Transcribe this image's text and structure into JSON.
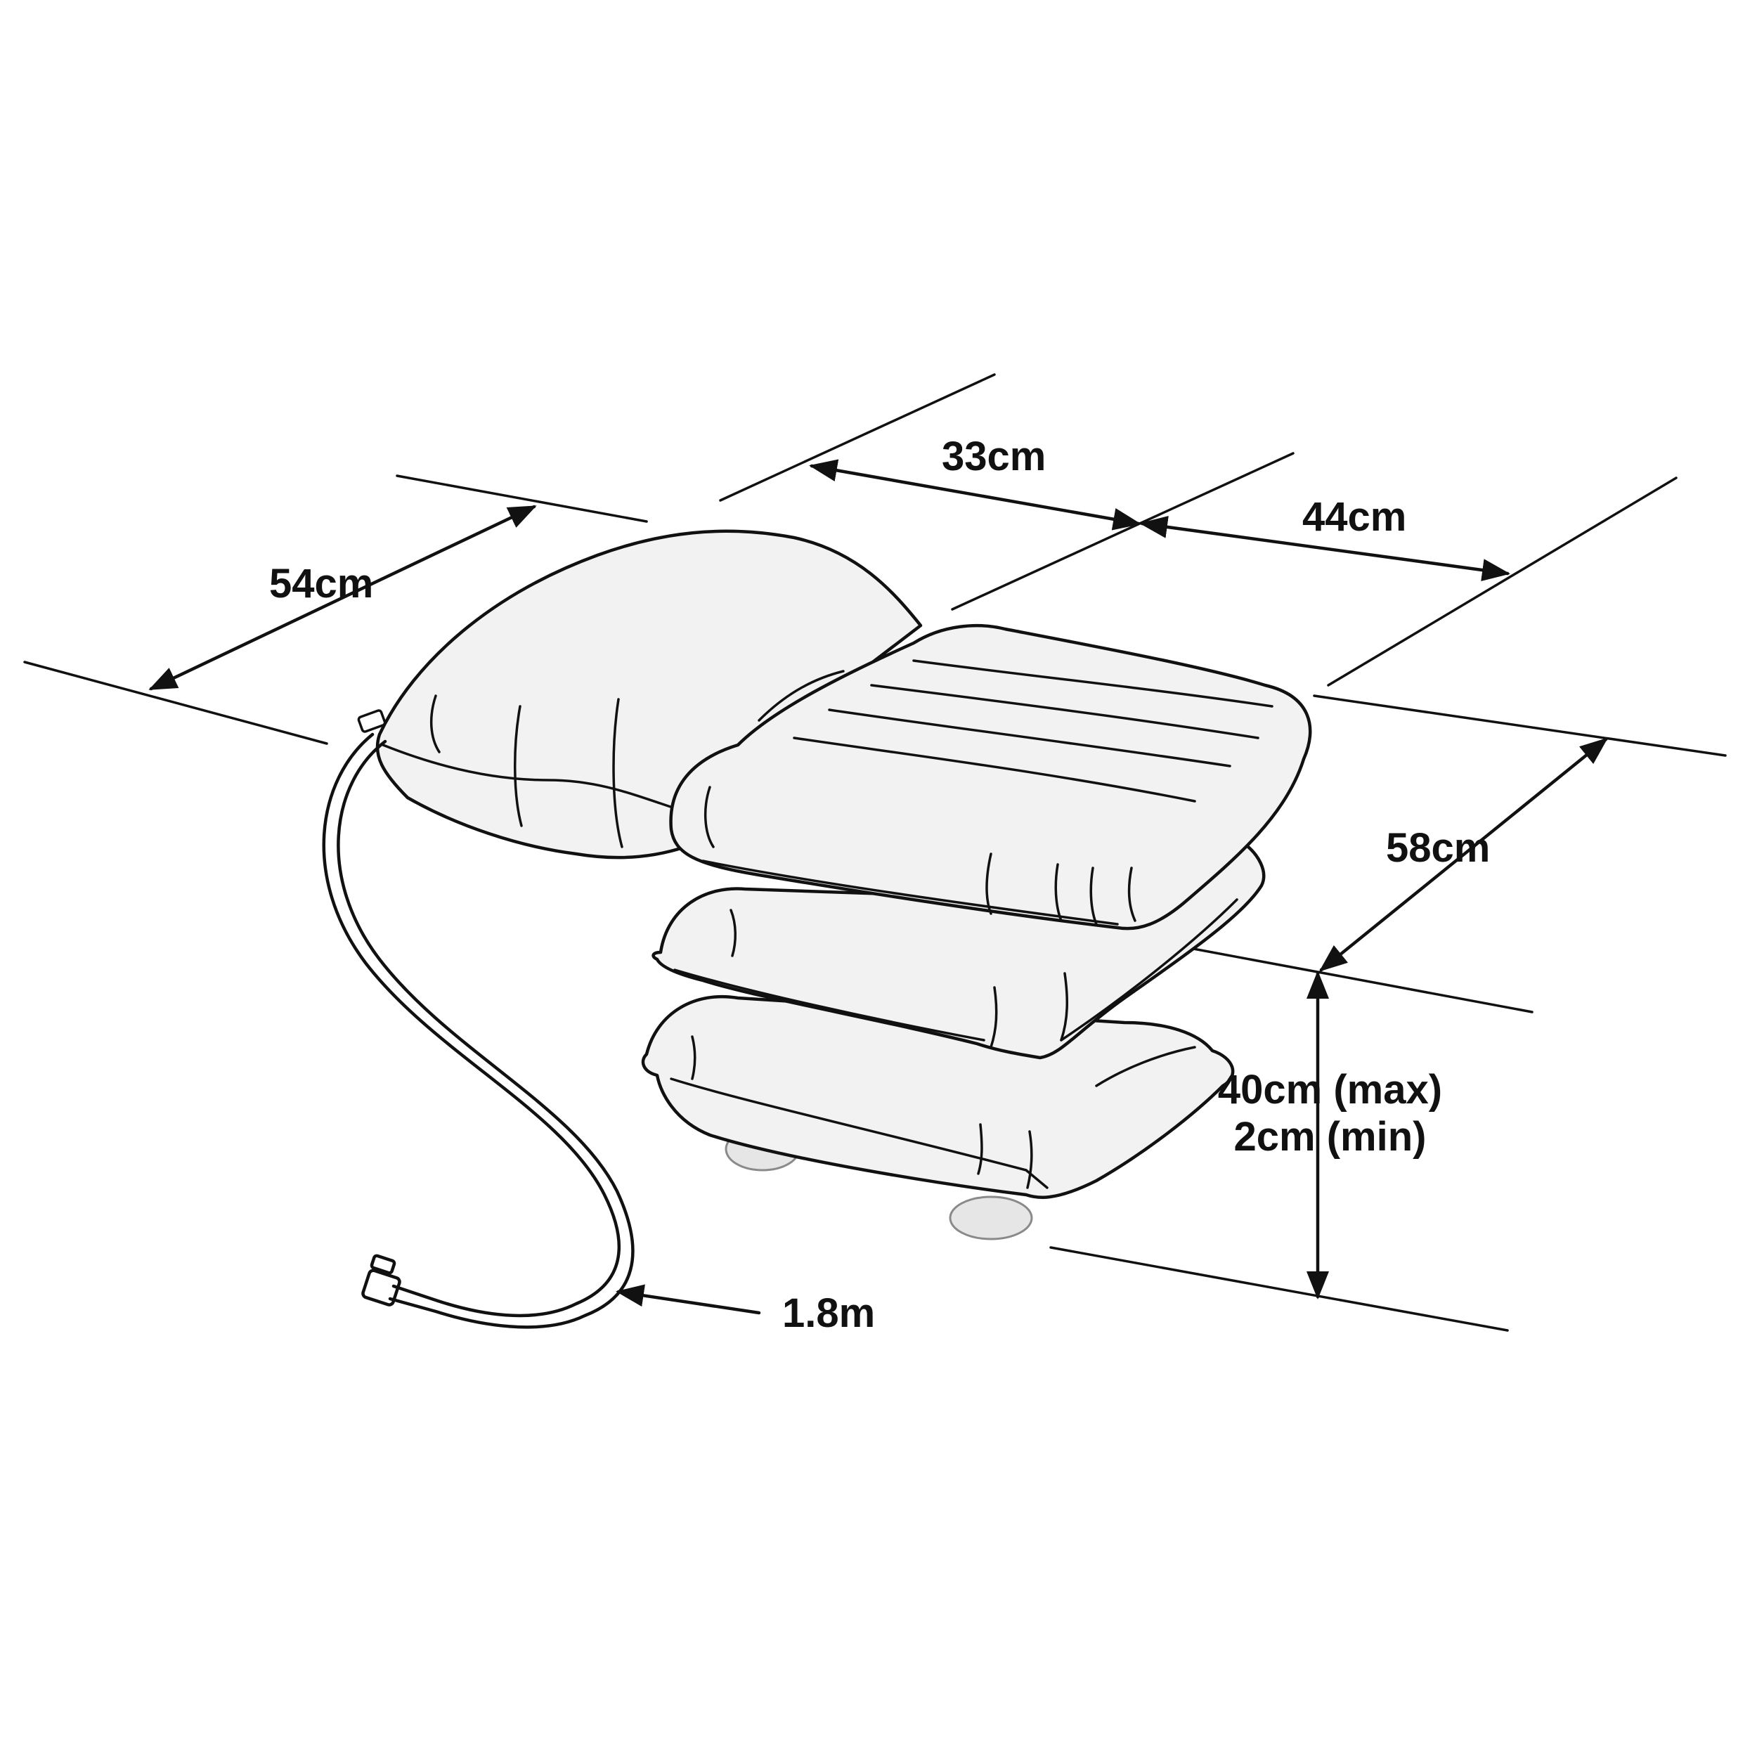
{
  "dimensions": {
    "back_width": "54cm",
    "back_depth": "33cm",
    "seat_depth": "44cm",
    "seat_width": "58cm",
    "height_max": "40cm (max)",
    "height_min": "2cm (min)",
    "hose_length": "1.8m"
  },
  "colors": {
    "ink": "#111111",
    "cushion_fill": "#f2f2f2",
    "background": "#ffffff"
  }
}
